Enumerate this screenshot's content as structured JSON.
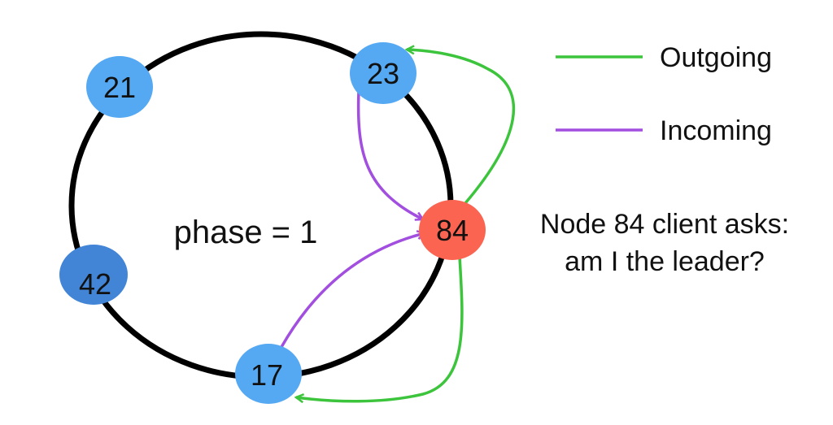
{
  "phase_label": "phase = 1",
  "nodes": [
    {
      "id": "21",
      "color": "#55A8F2"
    },
    {
      "id": "23",
      "color": "#55A8F2"
    },
    {
      "id": "84",
      "color": "#FA6450"
    },
    {
      "id": "42",
      "color": "#4285D6"
    },
    {
      "id": "17",
      "color": "#55A8F2"
    }
  ],
  "legend": {
    "outgoing": {
      "label": "Outgoing",
      "color": "#3CC43C"
    },
    "incoming": {
      "label": "Incoming",
      "color": "#A24FE0"
    }
  },
  "caption": {
    "line1": "Node 84 client asks:",
    "line2": "am I the leader?"
  }
}
